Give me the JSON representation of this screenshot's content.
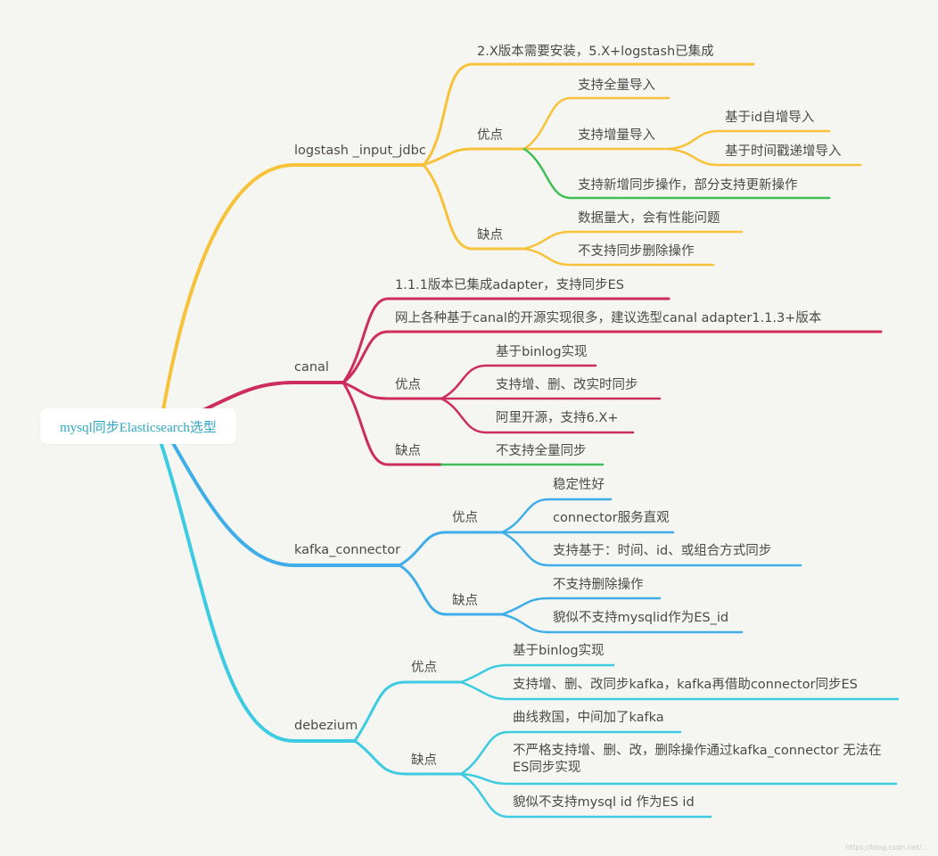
{
  "root": "mysql同步Elasticsearch选型",
  "colors": {
    "logstash": "#f7c23a",
    "canal": "#cd2d5c",
    "kafka": "#3faee8",
    "debezium": "#3ccbe0",
    "accent_green": "#3fbf55"
  },
  "logstash": {
    "label": "logstash _input_jdbc",
    "n1": "2.X版本需要安装，5.X+logstash已集成",
    "pros": "优点",
    "p1": "支持全量导入",
    "p2": "支持增量导入",
    "p2a": "基于id自增导入",
    "p2b": "基于时间戳递增导入",
    "p3": "支持新增同步操作，部分支持更新操作",
    "cons": "缺点",
    "c1": "数据量大，会有性能问题",
    "c2": "不支持同步删除操作"
  },
  "canal": {
    "label": "canal",
    "n1": "1.1.1版本已集成adapter，支持同步ES",
    "n2": "网上各种基于canal的开源实现很多，建议选型canal adapter1.1.3+版本",
    "pros": "优点",
    "p1": "基于binlog实现",
    "p2": "支持增、删、改实时同步",
    "p3": "阿里开源，支持6.X+",
    "cons": "缺点",
    "c1": "不支持全量同步"
  },
  "kafka": {
    "label": "kafka_connector",
    "pros": "优点",
    "p1": "稳定性好",
    "p2": "connector服务直观",
    "p3": "支持基于：时间、id、或组合方式同步",
    "cons": "缺点",
    "c1": "不支持删除操作",
    "c2": "貌似不支持mysqlid作为ES_id"
  },
  "debezium": {
    "label": "debezium",
    "pros": "优点",
    "p1": "基于binlog实现",
    "p2": "支持增、删、改同步kafka，kafka再借助connector同步ES",
    "cons": "缺点",
    "c1": "曲线救国，中间加了kafka",
    "c2": "不严格支持增、删、改，删除操作通过kafka_connector 无法在ES同步实现",
    "c3": "貌似不支持mysql id 作为ES  id"
  },
  "watermark": "https://blog.csdn.net/..."
}
